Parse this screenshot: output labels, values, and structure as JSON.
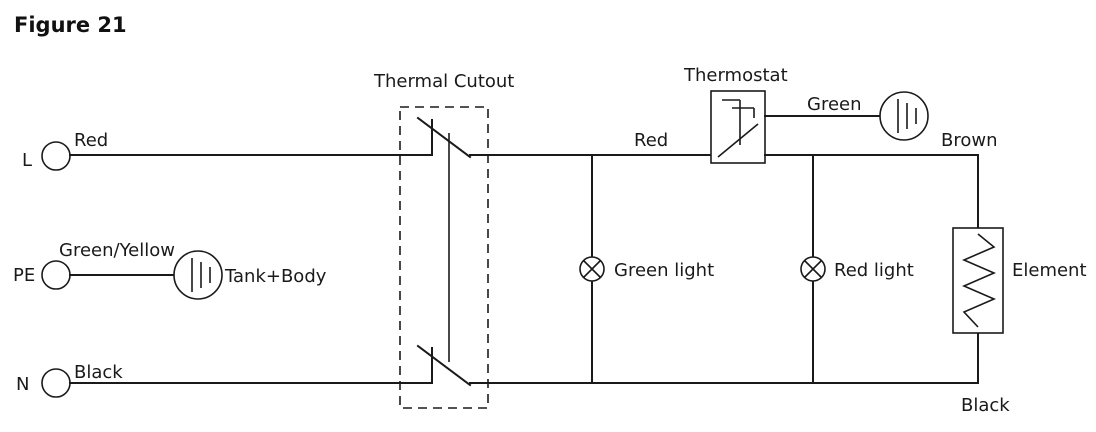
{
  "figure": {
    "title": "Figure 21"
  },
  "terminals": {
    "live": "L",
    "earth": "PE",
    "neutral": "N"
  },
  "wire_labels": {
    "live_in": "Red",
    "earth_in": "Green/Yellow",
    "neutral_in": "Black",
    "live_mid": "Red",
    "thermostat_earth": "Green",
    "live_out": "Brown",
    "neutral_out": "Black"
  },
  "components": {
    "thermal_cutout": "Thermal Cutout",
    "thermostat": "Thermostat",
    "tank_body": "Tank+Body",
    "green_light": "Green light",
    "red_light": "Red light",
    "element": "Element"
  }
}
